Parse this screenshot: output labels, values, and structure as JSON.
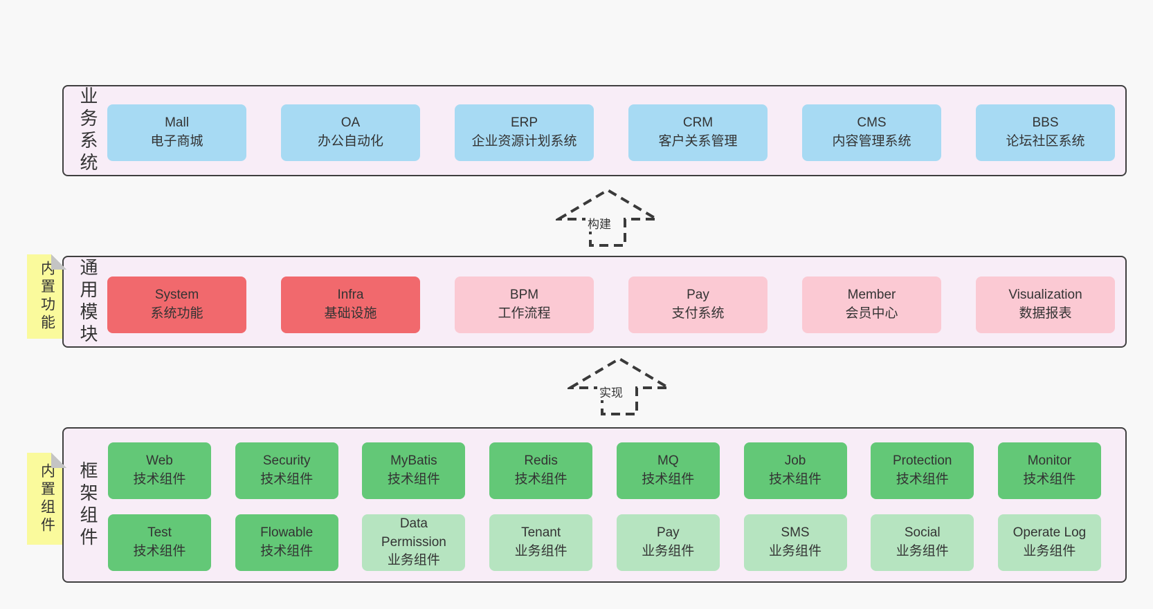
{
  "colors": {
    "page_bg": "#f8f8f8",
    "band_bg": "#f8edf7",
    "band_border": "#3f3f3f",
    "blue_box": "#a7daf3",
    "red_box": "#f1696d",
    "pink_box": "#fbc9d3",
    "green_box": "#63c877",
    "light_green_box": "#b6e4c0",
    "sticky_bg": "#fafa9c",
    "sticky_fold": "#c4c4c4",
    "text": "#333333"
  },
  "bands": [
    {
      "label": "业务系统",
      "boxes": [
        {
          "title": "Mall",
          "subtitle": "电子商城"
        },
        {
          "title": "OA",
          "subtitle": "办公自动化"
        },
        {
          "title": "ERP",
          "subtitle": "企业资源计划系统"
        },
        {
          "title": "CRM",
          "subtitle": "客户关系管理"
        },
        {
          "title": "CMS",
          "subtitle": "内容管理系统"
        },
        {
          "title": "BBS",
          "subtitle": "论坛社区系统"
        }
      ]
    },
    {
      "label": "通用模块",
      "sticky": "内置功能",
      "boxes": [
        {
          "title": "System",
          "subtitle": "系统功能"
        },
        {
          "title": "Infra",
          "subtitle": "基础设施"
        },
        {
          "title": "BPM",
          "subtitle": "工作流程"
        },
        {
          "title": "Pay",
          "subtitle": "支付系统"
        },
        {
          "title": "Member",
          "subtitle": "会员中心"
        },
        {
          "title": "Visualization",
          "subtitle": "数据报表"
        }
      ]
    },
    {
      "label": "框架组件",
      "sticky": "内置组件",
      "row1": [
        {
          "title": "Web",
          "subtitle": "技术组件"
        },
        {
          "title": "Security",
          "subtitle": "技术组件"
        },
        {
          "title": "MyBatis",
          "subtitle": "技术组件"
        },
        {
          "title": "Redis",
          "subtitle": "技术组件"
        },
        {
          "title": "MQ",
          "subtitle": "技术组件"
        },
        {
          "title": "Job",
          "subtitle": "技术组件"
        },
        {
          "title": "Protection",
          "subtitle": "技术组件"
        },
        {
          "title": "Monitor",
          "subtitle": "技术组件"
        }
      ],
      "row2": [
        {
          "title": "Test",
          "subtitle": "技术组件"
        },
        {
          "title": "Flowable",
          "subtitle": "技术组件"
        },
        {
          "title": "Data Permission",
          "subtitle": "业务组件"
        },
        {
          "title": "Tenant",
          "subtitle": "业务组件"
        },
        {
          "title": "Pay",
          "subtitle": "业务组件"
        },
        {
          "title": "SMS",
          "subtitle": "业务组件"
        },
        {
          "title": "Social",
          "subtitle": "业务组件"
        },
        {
          "title": "Operate Log",
          "subtitle": "业务组件"
        }
      ]
    }
  ],
  "arrows": [
    {
      "label": "构建"
    },
    {
      "label": "实现"
    }
  ]
}
